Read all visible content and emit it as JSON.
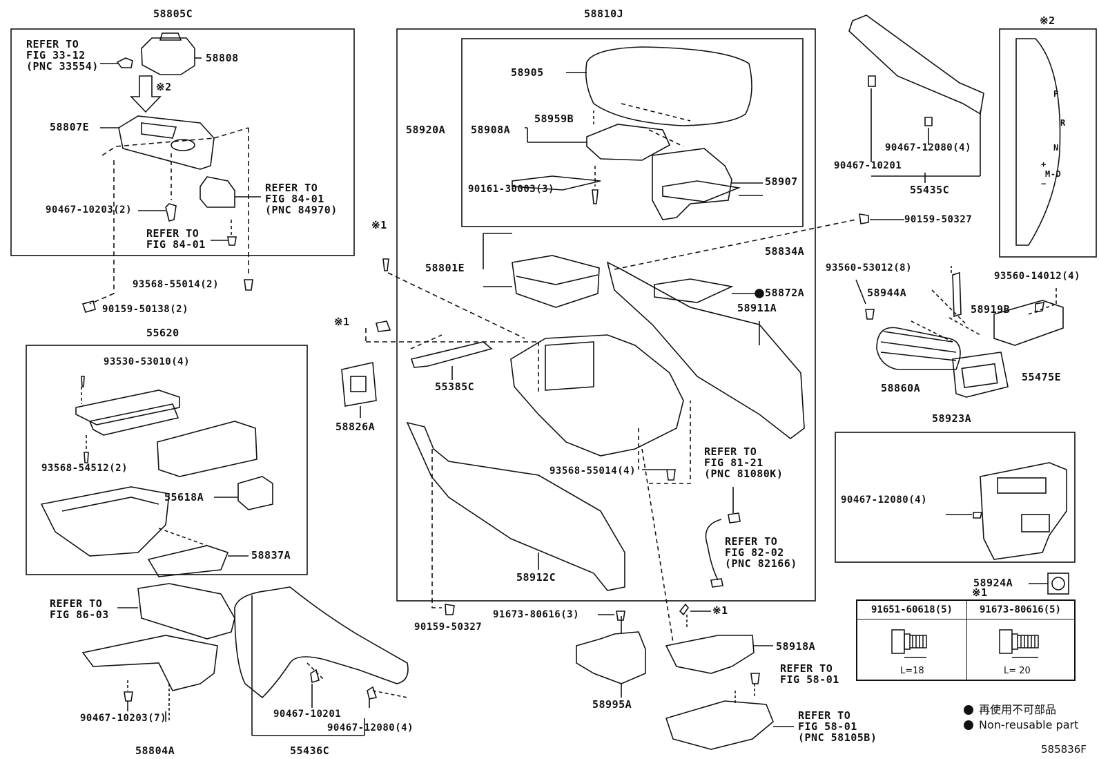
{
  "groups": {
    "g58805C": "58805C",
    "g58810J": "58810J",
    "g55620": "55620",
    "g58923A": "58923A",
    "g55435C": "55435C",
    "g58804A": "58804A",
    "g55436C": "55436C",
    "g58995A": "58995A",
    "mark2": "※2"
  },
  "parts": {
    "p58808": "58808",
    "p58807E": "58807E",
    "p90467_10203_2": "90467-10203(2)",
    "p93568_55014_2": "93568-55014(2)",
    "p90159_50138_2": "90159-50138(2)",
    "p58905": "58905",
    "p58920A": "58920A",
    "p58908A": "58908A",
    "p58959B": "58959B",
    "p90161_30003_3": "90161-30003(3)",
    "p58907": "58907",
    "p58801E": "58801E",
    "p58834A": "58834A",
    "p58872A": "58872A",
    "p58911A": "58911A",
    "p55385C": "55385C",
    "p58826A": "58826A",
    "p93568_55014_4": "93568-55014(4)",
    "p58912C": "58912C",
    "p90159_50327_a": "90159-50327",
    "p90159_50327_b": "90159-50327",
    "p90467_10201_a": "90467-10201",
    "p90467_12080_4_a": "90467-12080(4)",
    "p93560_53012_8": "93560-53012(8)",
    "p93560_14012_4": "93560-14012(4)",
    "p58944A": "58944A",
    "p58919B": "58919B",
    "p58860A": "58860A",
    "p55475E": "55475E",
    "p90467_12080_4_b": "90467-12080(4)",
    "p58924A": "58924A",
    "p93530_53010_4": "93530-53010(4)",
    "p93568_54512_2": "93568-54512(2)",
    "p55618A": "55618A",
    "p58837A": "58837A",
    "p90467_10203_7": "90467-10203(7)",
    "p90467_10201_b": "90467-10201",
    "p90467_12080_4_c": "90467-12080(4)",
    "p91673_80616_3": "91673-80616(3)",
    "p58918A": "58918A",
    "mark1_a": "※1",
    "mark1_b": "※1",
    "mark1_c": "※1"
  },
  "notes": {
    "n1": "REFER TO\nFIG 33-12\n(PNC 33554)",
    "n2": "REFER TO\nFIG 84-01\n(PNC 84970)",
    "n3": "REFER TO\nFIG 84-01",
    "n4": "REFER TO\nFIG 81-21\n(PNC 81080K)",
    "n5": "REFER TO\nFIG 82-02\n(PNC 82166)",
    "n6": "REFER TO\nFIG 86-03",
    "n7": "REFER TO\nFIG 58-01",
    "n8": "REFER TO\nFIG 58-01\n(PNC 58105B)"
  },
  "shift_pattern": {
    "p": "P",
    "r": "R",
    "n": "N",
    "d": "M-D",
    "plus": "+",
    "minus": "−"
  },
  "fastener_table": {
    "title": "※1",
    "col1": "91651-60618(5)",
    "col2": "91673-80616(5)",
    "len1": "L=18",
    "len2": "L= 20"
  },
  "legend": {
    "jp": "再使用不可部品",
    "en": "Non-reusable part"
  },
  "figure_id": "585836F"
}
